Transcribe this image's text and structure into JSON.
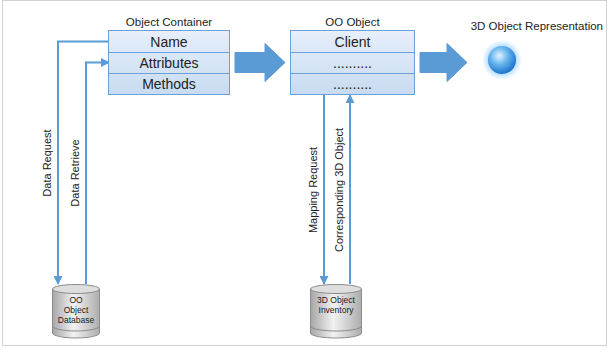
{
  "diagram": {
    "nodes": [
      {
        "text": [
          "Object Container"
        ]
      },
      {
        "text": [
          "Name"
        ],
        "in": 0
      },
      {
        "text": [
          "Attributes"
        ],
        "in": 0
      },
      {
        "text": [
          "Methods"
        ],
        "in": 0
      },
      {
        "text": [
          "OO Object"
        ]
      },
      {
        "text": [
          "Client"
        ],
        "in": 4
      },
      {
        "text": [
          ".........."
        ],
        "in": 4
      },
      {
        "text": [
          ".........."
        ],
        "in": 4
      },
      {
        "text": [
          "3D Object Representation"
        ]
      },
      {
        "text": [
          "OO Object Database"
        ]
      },
      {
        "text": [
          "3D Object Inventory"
        ]
      }
    ],
    "edges": [
      {
        "from": 1,
        "to": 9,
        "label": "Data Request",
        "arrow": "to"
      },
      {
        "from": 9,
        "to": 2,
        "label": "Data Retrieve",
        "arrow": "to"
      },
      {
        "from": 0,
        "to": 4,
        "arrow": "to"
      },
      {
        "from": 4,
        "to": 8,
        "arrow": "to"
      },
      {
        "from": 4,
        "to": 10,
        "label": "Mapping Request",
        "arrow": "to"
      },
      {
        "from": 10,
        "to": 4,
        "label": "Corresponding 3D Object",
        "arrow": "to"
      }
    ]
  }
}
